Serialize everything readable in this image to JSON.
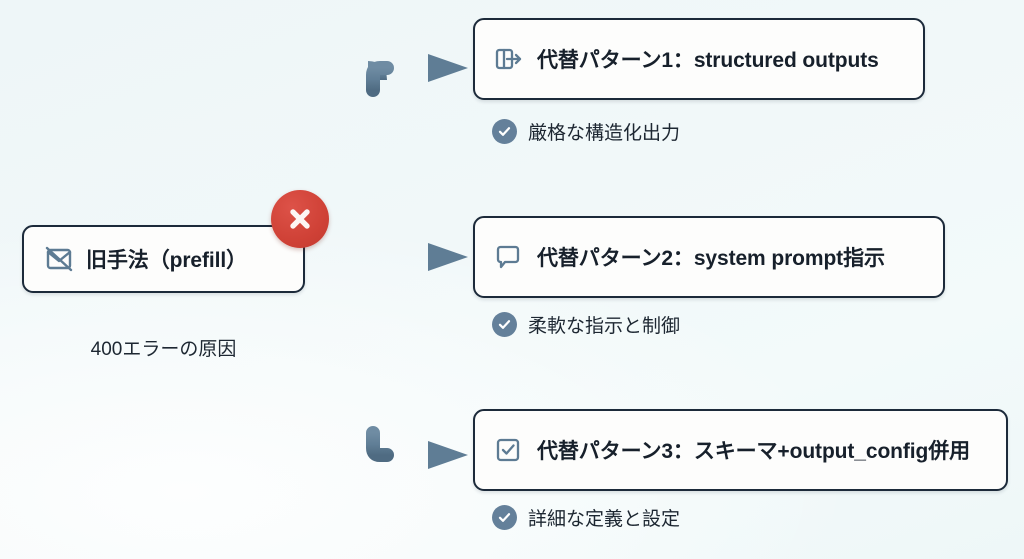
{
  "diagram": {
    "title_hidden": "",
    "colors": {
      "background_light": "#eff7f8",
      "box_border": "#1c2a3a",
      "box_fill": "#fdfdfc",
      "connector": "#5f7d95",
      "error_red": "#cf4136",
      "check_slate": "#64809a",
      "icon_slate": "#5d7b93"
    },
    "source": {
      "label": "旧手法（prefill）",
      "icon": "no-prefill-icon",
      "badge_icon": "error-x-icon",
      "caption": "400エラーの原因"
    },
    "outcomes": [
      {
        "label": "代替パターン1：structured outputs",
        "icon": "panel-export-icon",
        "caption": "厳格な構造化出力",
        "caption_icon": "check-circle-icon"
      },
      {
        "label": "代替パターン2：system prompt指示",
        "icon": "speech-bubble-icon",
        "caption": "柔軟な指示と制御",
        "caption_icon": "check-circle-icon"
      },
      {
        "label": "代替パターン3：スキーマ+output_config併用",
        "icon": "checkbox-icon",
        "caption": "詳細な定義と設定",
        "caption_icon": "check-circle-icon"
      }
    ]
  }
}
